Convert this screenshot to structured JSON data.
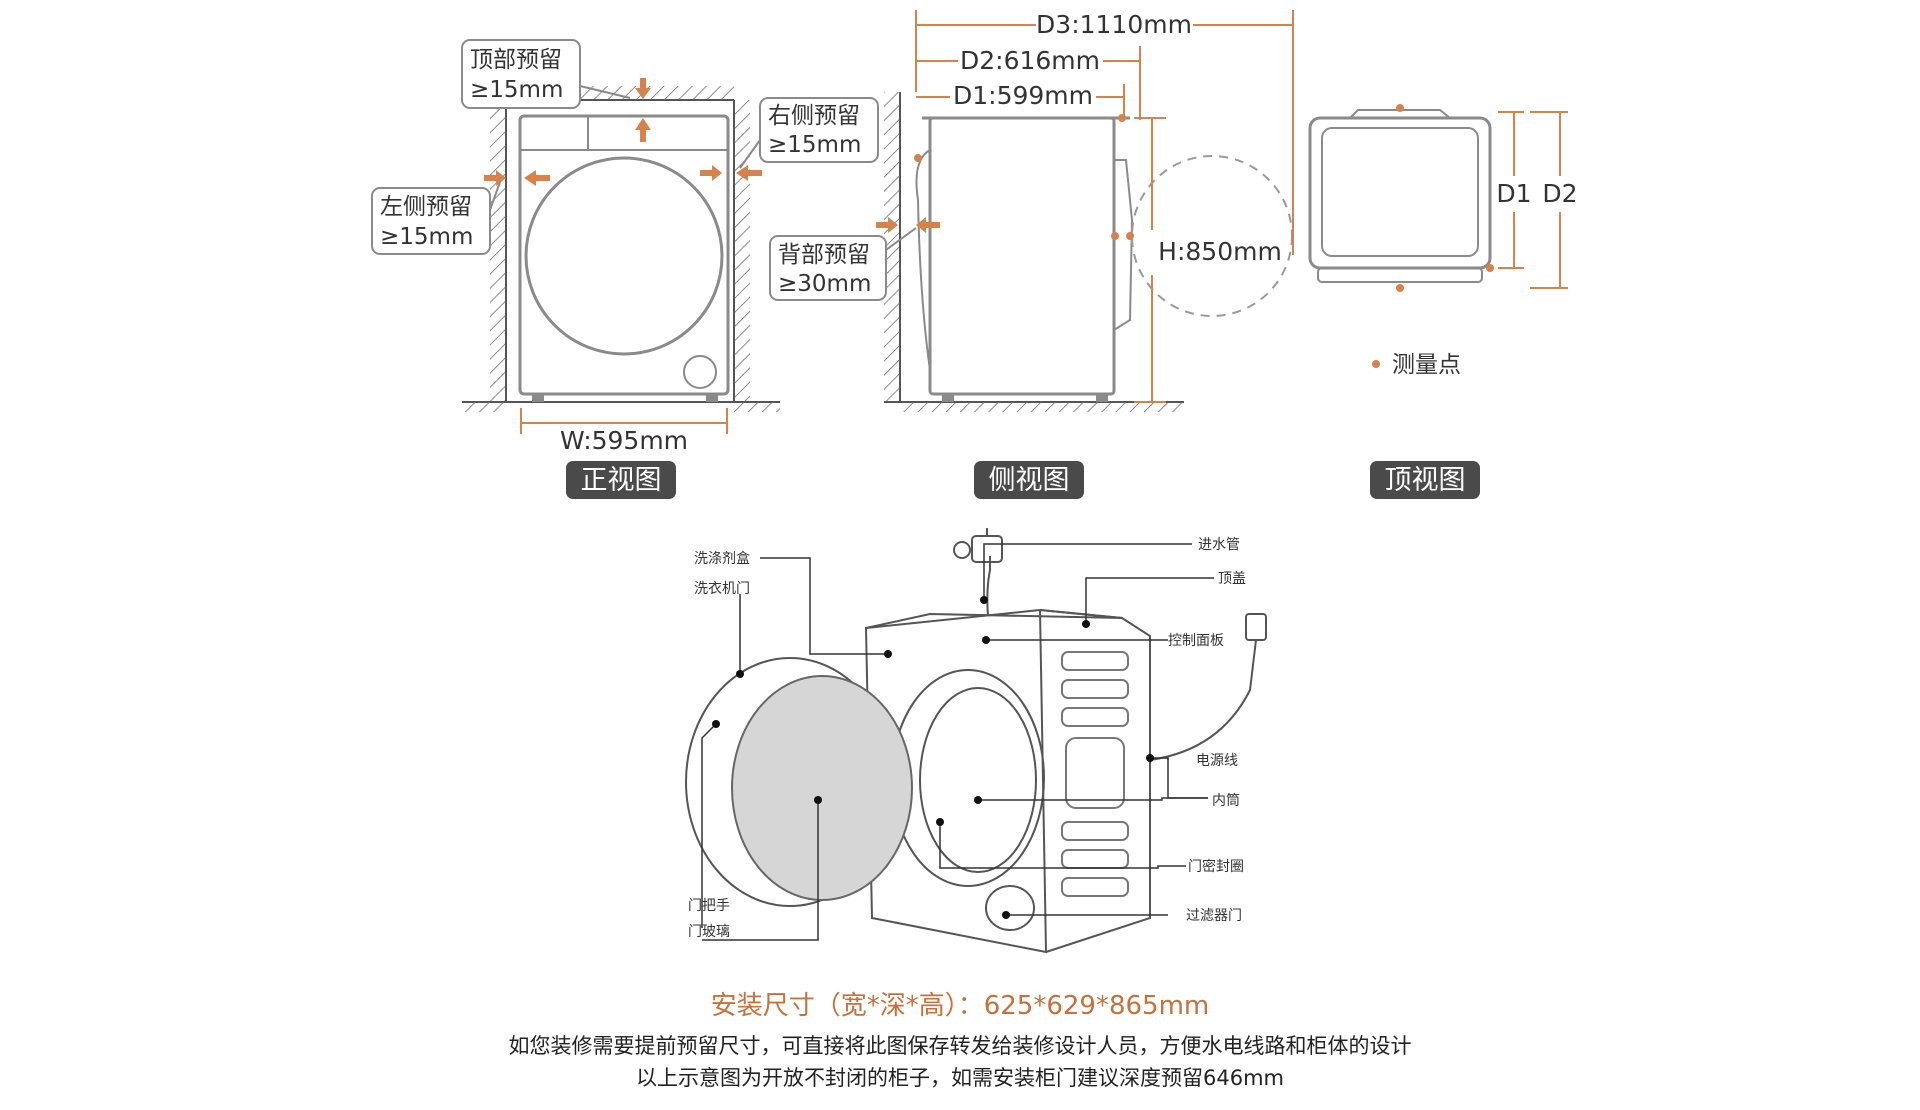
{
  "front": {
    "top_title": "顶部预留",
    "top_value": "≥15mm",
    "right_title": "右侧预留",
    "right_value": "≥15mm",
    "left_title": "左侧预留",
    "left_value": "≥15mm",
    "width": "W:595mm",
    "view_label": "正视图"
  },
  "side": {
    "d3": "D3:1110mm",
    "d2": "D2:616mm",
    "d1": "D1:599mm",
    "back_title": "背部预留",
    "back_value": "≥30mm",
    "height": "H:850mm",
    "view_label": "侧视图"
  },
  "top": {
    "d1": "D1",
    "d2": "D2",
    "legend": "测量点",
    "view_label": "顶视图"
  },
  "parts": {
    "detergent_box": "洗涤剂盒",
    "door": "洗衣机门",
    "inlet": "进水管",
    "top_cover": "顶盖",
    "control_panel": "控制面板",
    "power_cord": "电源线",
    "drum": "内筒",
    "door_seal": "门密封圈",
    "filter_door": "过滤器门",
    "handle": "门把手",
    "glass": "门玻璃"
  },
  "caption": {
    "title": "安装尺寸（宽*深*高）：625*629*865mm",
    "line1": "如您装修需要提前预留尺寸，可直接将此图保存转发给装修设计人员，方便水电线路和柜体的设计",
    "line2": "以上示意图为开放不封闭的柜子，如需安装柜门建议深度预留646mm"
  },
  "colors": {
    "accent": "#d7824a",
    "line": "#8a8a8a",
    "badge": "#4a4a4a"
  }
}
